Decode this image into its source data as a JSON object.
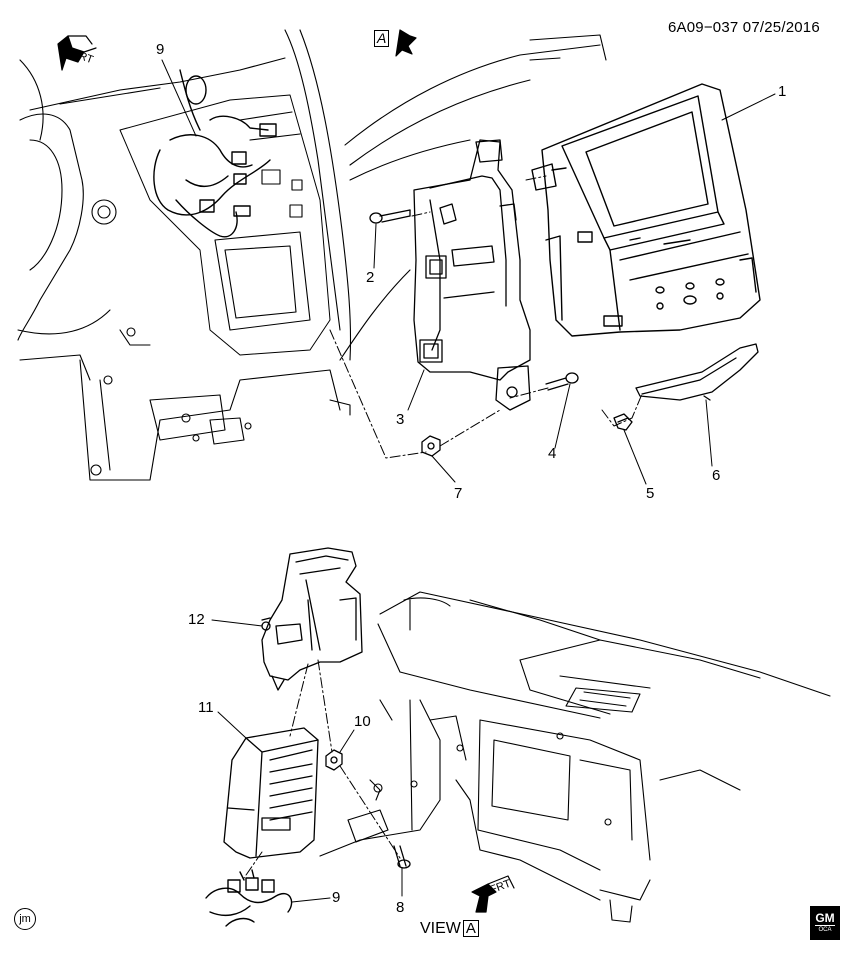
{
  "header": {
    "doc_id": "6A09−037 07/25/2016"
  },
  "view_marker": {
    "letter": "A"
  },
  "frt_labels": {
    "top": "FRT",
    "bottom": "FRT"
  },
  "callouts": [
    {
      "id": "c1",
      "text": "1"
    },
    {
      "id": "c2",
      "text": "2"
    },
    {
      "id": "c3",
      "text": "3"
    },
    {
      "id": "c4",
      "text": "4"
    },
    {
      "id": "c5",
      "text": "5"
    },
    {
      "id": "c6",
      "text": "6"
    },
    {
      "id": "c7",
      "text": "7"
    },
    {
      "id": "c9a",
      "text": "9"
    },
    {
      "id": "c12",
      "text": "12"
    },
    {
      "id": "c11",
      "text": "11"
    },
    {
      "id": "c10",
      "text": "10"
    },
    {
      "id": "c8",
      "text": "8"
    },
    {
      "id": "c9b",
      "text": "9"
    }
  ],
  "view_label": {
    "text": "VIEW",
    "letter": "A"
  },
  "footer": {
    "initials": "jm",
    "logo": "GM",
    "logo_sub": "OCA"
  },
  "colors": {
    "line": "#000000",
    "background": "#ffffff"
  }
}
